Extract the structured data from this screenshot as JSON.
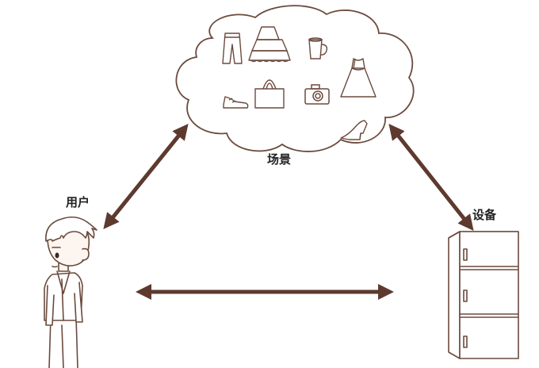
{
  "labels": {
    "scene": "场景",
    "user": "用户",
    "device": "设备"
  },
  "colors": {
    "arrow": "#5e3a2e",
    "line": "#6b4a3e",
    "skin": "#fdf6f0",
    "fill": "#ffffff"
  },
  "cloud_items": [
    "pants-icon",
    "skirt-icon",
    "mug-icon",
    "dress-icon",
    "sneaker-icon",
    "tote-bag-icon",
    "camera-icon",
    "high-heel-icon"
  ]
}
